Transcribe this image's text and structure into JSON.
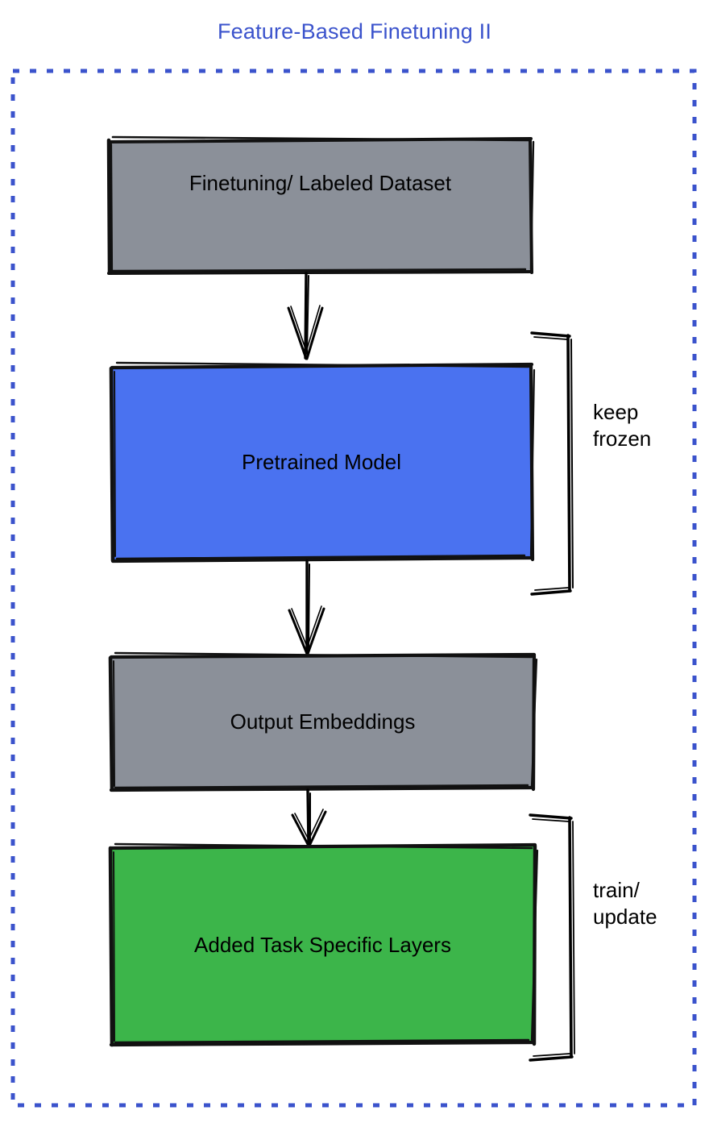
{
  "diagram": {
    "title": "Feature-Based Finetuning II",
    "title_color": "#3b53cc",
    "frame": {
      "style": "dashed",
      "color": "#3b53cc"
    },
    "nodes": [
      {
        "id": "dataset",
        "label": "Finetuning/ Labeled Dataset",
        "fill": "#8b9099",
        "stroke": "#000000"
      },
      {
        "id": "pretrained",
        "label": "Pretrained Model",
        "fill": "#4a72f0",
        "stroke": "#000000"
      },
      {
        "id": "embeddings",
        "label": "Output Embeddings",
        "fill": "#8b9099",
        "stroke": "#000000"
      },
      {
        "id": "layers",
        "label": "Added Task Specific Layers",
        "fill": "#3cb54a",
        "stroke": "#000000"
      }
    ],
    "annotations": [
      {
        "id": "keep-frozen",
        "text": "keep\nfrozen",
        "targets": "pretrained"
      },
      {
        "id": "train-update",
        "text": "train/\nupdate",
        "targets": "layers"
      }
    ],
    "arrows": [
      {
        "from": "dataset",
        "to": "pretrained"
      },
      {
        "from": "pretrained",
        "to": "embeddings"
      },
      {
        "from": "embeddings",
        "to": "layers"
      }
    ]
  }
}
